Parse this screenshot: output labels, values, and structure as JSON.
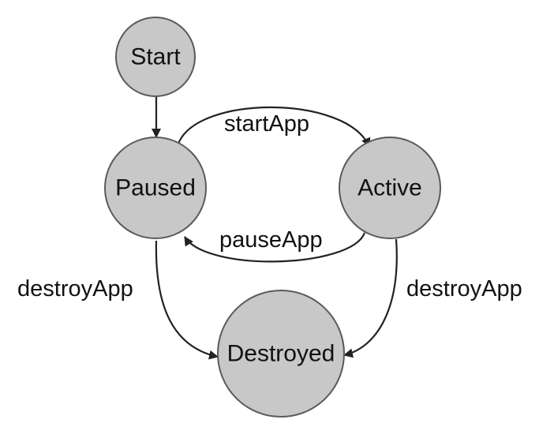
{
  "diagram": {
    "type": "state-machine",
    "colors": {
      "node_fill": "#c8c8c8",
      "node_stroke": "#5a5a5a",
      "edge": "#222222",
      "text": "#111111"
    },
    "states": {
      "start": "Start",
      "paused": "Paused",
      "active": "Active",
      "destroyed": "Destroyed"
    },
    "transitions": {
      "start_app": "startApp",
      "pause_app": "pauseApp",
      "destroy_from_paused": "destroyApp",
      "destroy_from_active": "destroyApp"
    }
  }
}
